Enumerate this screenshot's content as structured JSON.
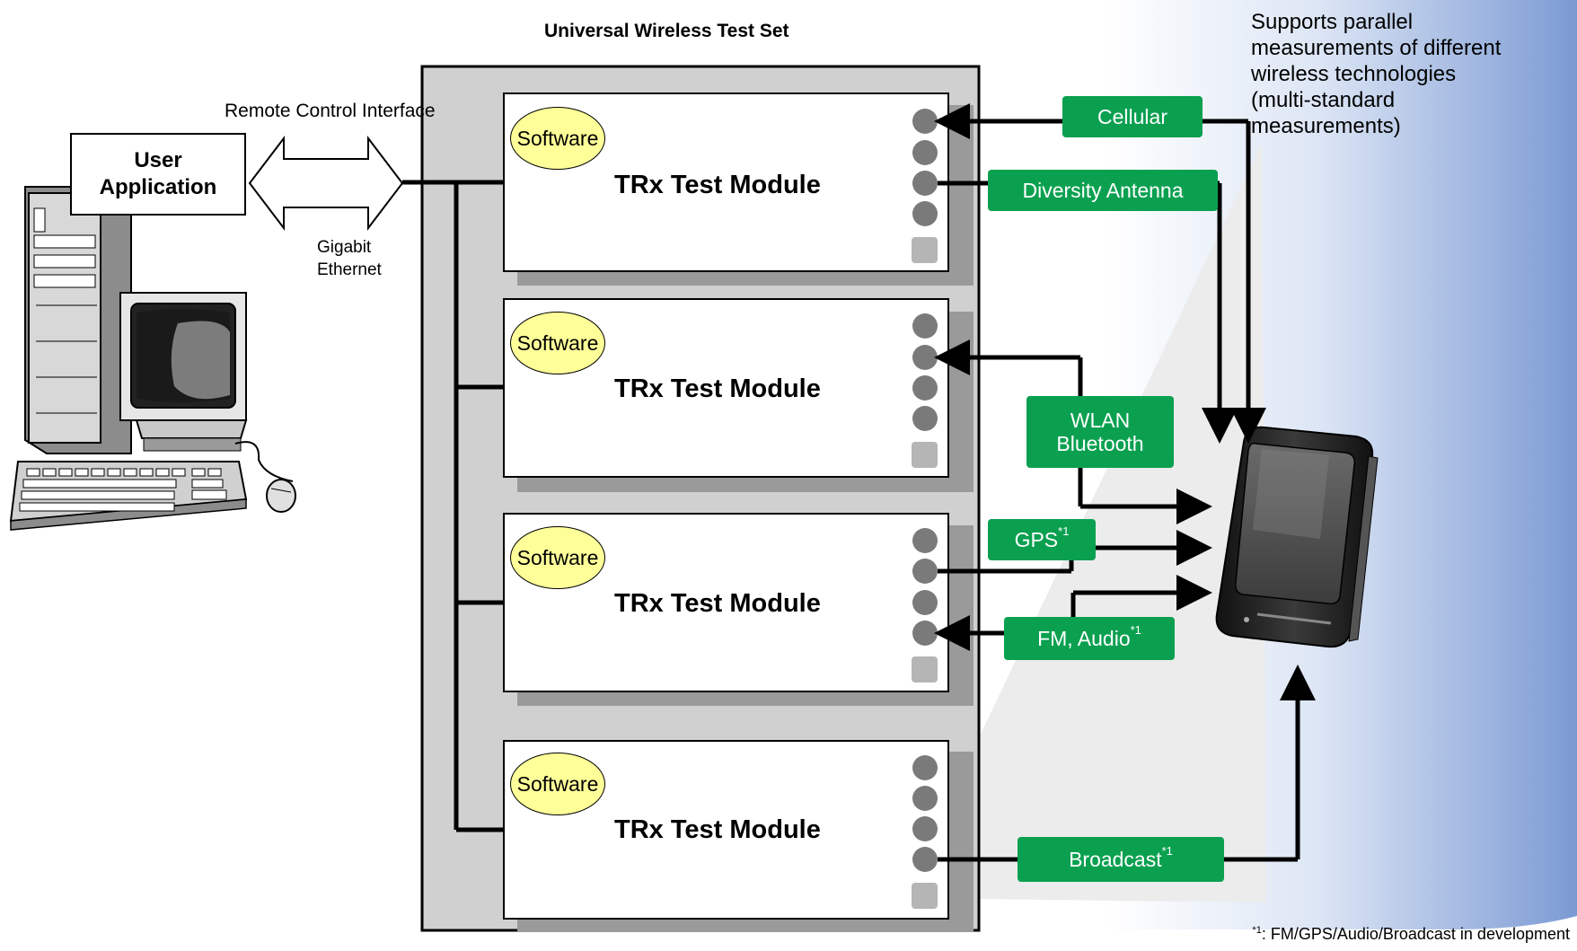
{
  "title": "Universal Wireless Test Set",
  "note": [
    "Supports parallel",
    "measurements of different",
    "wireless technologies",
    "(multi-standard",
    "measurements)"
  ],
  "user_application": [
    "User",
    "Application"
  ],
  "remote_control_label": "Remote Control Interface",
  "ethernet_label": [
    "Gigabit",
    "Ethernet"
  ],
  "modules": [
    {
      "title": "TRx Test Module",
      "software": "Software"
    },
    {
      "title": "TRx Test Module",
      "software": "Software"
    },
    {
      "title": "TRx Test Module",
      "software": "Software"
    },
    {
      "title": "TRx Test Module",
      "software": "Software"
    }
  ],
  "tags": {
    "cellular": "Cellular",
    "diversity": "Diversity Antenna",
    "wlan": "WLAN",
    "bluetooth": "Bluetooth",
    "gps": "GPS",
    "fm_audio": "FM, Audio",
    "broadcast": "Broadcast",
    "footnote_mark": "*1"
  },
  "footnote": {
    "mark": "*1",
    "text": ": FM/GPS/Audio/Broadcast in development"
  },
  "colors": {
    "tag_green": "#0aa050",
    "software_yellow": "#ffff99",
    "note_gradient_end": "#7b9ad3"
  },
  "icons": [
    "desktop-computer-icon",
    "crt-monitor-icon",
    "keyboard-icon",
    "mouse-icon",
    "mobile-phone-icon"
  ]
}
